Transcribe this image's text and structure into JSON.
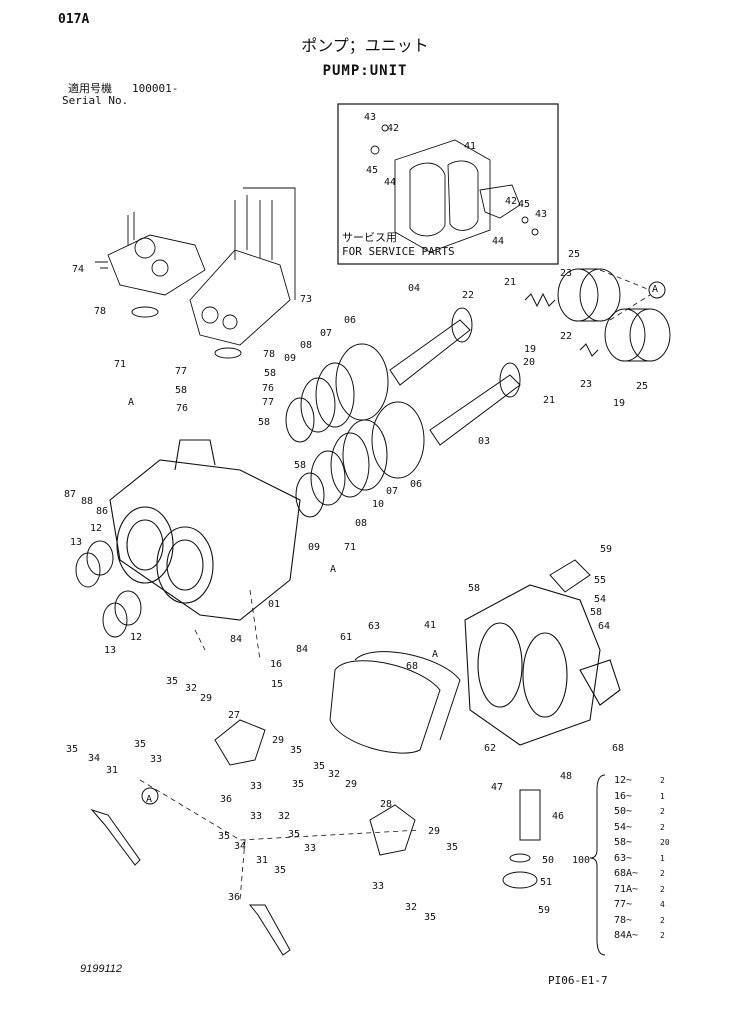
{
  "header": {
    "page_code": "017A",
    "title_jp": "ポンプ；ユニット",
    "title_en": "PUMP:UNIT",
    "serial_label_jp": "適用号機",
    "serial_value": "100001-",
    "serial_label_en": "Serial No."
  },
  "inset": {
    "label_jp": "サービス用",
    "label_en": "FOR SERVICE PARTS"
  },
  "callouts": [
    "43",
    "42",
    "41",
    "45",
    "44",
    "42",
    "45",
    "43",
    "44",
    "74",
    "73",
    "78",
    "78",
    "25",
    "A",
    "23",
    "21",
    "22",
    "04",
    "06",
    "07",
    "08",
    "09",
    "71",
    "A",
    "77",
    "58",
    "58",
    "76",
    "76",
    "77",
    "58",
    "22",
    "19",
    "20",
    "23",
    "25",
    "21",
    "19",
    "03",
    "87",
    "88",
    "86",
    "12",
    "13",
    "12",
    "13",
    "58",
    "06",
    "07",
    "08",
    "09",
    "10",
    "71",
    "A",
    "84",
    "01",
    "84",
    "16",
    "15",
    "59",
    "55",
    "58",
    "54",
    "58",
    "41",
    "64",
    "68",
    "A",
    "61",
    "63",
    "62",
    "68",
    "35",
    "32",
    "29",
    "27",
    "35",
    "35",
    "34",
    "31",
    "33",
    "29",
    "35",
    "33",
    "A",
    "36",
    "33",
    "32",
    "35",
    "35",
    "32",
    "29",
    "28",
    "35",
    "33",
    "48",
    "47",
    "46",
    "50",
    "51",
    "59",
    "35",
    "34",
    "31",
    "35",
    "29",
    "35",
    "33",
    "36",
    "32",
    "35"
  ],
  "quantities": {
    "total_label": "100",
    "rows": [
      {
        "part": "12~",
        "qty": "2"
      },
      {
        "part": "16~",
        "qty": "1"
      },
      {
        "part": "50~",
        "qty": "2"
      },
      {
        "part": "54~",
        "qty": "2"
      },
      {
        "part": "58~",
        "qty": "20"
      },
      {
        "part": "63~",
        "qty": "1"
      },
      {
        "part": "68A~",
        "qty": "2"
      },
      {
        "part": "71A~",
        "qty": "2"
      },
      {
        "part": "77~",
        "qty": "4"
      },
      {
        "part": "78~",
        "qty": "2"
      },
      {
        "part": "84A~",
        "qty": "2"
      }
    ]
  },
  "footer": {
    "left_code": "9199112",
    "right_code": "PI06-E1-7"
  }
}
